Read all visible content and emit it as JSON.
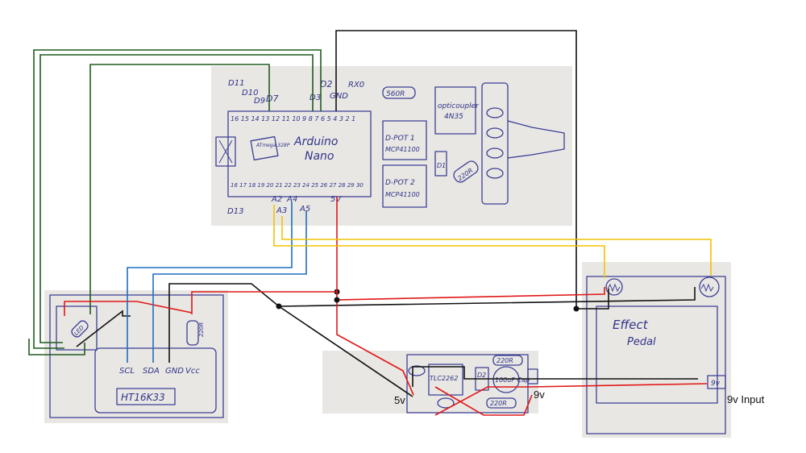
{
  "arduino": {
    "title_line1": "Arduino",
    "title_line2": "Nano",
    "chip": "ATmega 328P",
    "top_pins": "16 15 14 13 12 11 10 9 8 7 6 5 4 3 2 1",
    "bottom_pins": "16 17 18 19 20 21 22 23 24 25 26 27 28 29 30",
    "labels_top": [
      "D11",
      "D10",
      "D9",
      "D7",
      "D3",
      "D2",
      "GND",
      "RX0"
    ],
    "labels_bottom": [
      "D13",
      "A2",
      "A3",
      "A4",
      "A5",
      "5V"
    ],
    "resistor_560": "560R",
    "optocoupler_line1": "opticoupler",
    "optocoupler_line2": "4N35",
    "dpot1_line1": "D-POT 1",
    "dpot1_line2": "MCP41100",
    "dpot2_line1": "D-POT 2",
    "dpot2_line2": "MCP41100",
    "resistor_220": "220R",
    "led_label": "D1"
  },
  "display_board": {
    "chip": "HT16K33",
    "pins": [
      "SCL",
      "SDA",
      "GND",
      "Vcc"
    ],
    "resistor": "220R",
    "switch": "LED"
  },
  "power_board": {
    "regulator": "TLC2262",
    "cap": "100uF Cap",
    "resistor_top": "220R",
    "resistor_bottom": "220R",
    "diode": "D2",
    "label_5v": "5v",
    "label_9v": "9v"
  },
  "pedal": {
    "title_line1": "Effect",
    "title_line2": "Pedal",
    "jack": "9v",
    "input_label": "9v Input"
  },
  "colors": {
    "green_wire": "#1e5b1e",
    "black_wire": "#111111",
    "red_wire": "#e01818",
    "blue_wire": "#1f6fbf",
    "yellow_wire": "#f2c200",
    "ink": "#3b3f96"
  }
}
